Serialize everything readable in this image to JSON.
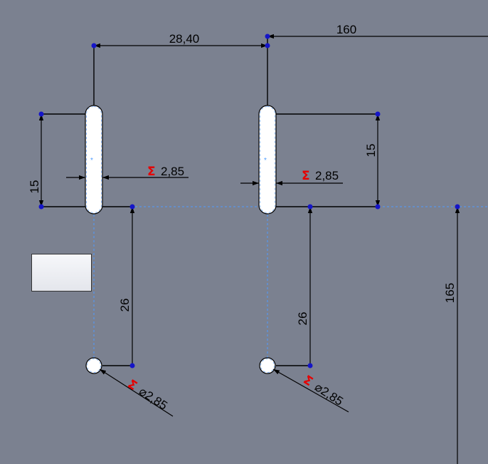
{
  "dimensions": {
    "top_width": "28,40",
    "top_right": "160",
    "left_height": "15",
    "right_height": "15",
    "left_vertical": "26",
    "mid_vertical": "26",
    "far_right_vertical": "165",
    "slot_width_left": "2,85",
    "slot_width_right": "2,85",
    "hole_diameter_left": "⌀2,85",
    "hole_diameter_right": "⌀2,85"
  },
  "sigma_symbol": "Σ",
  "colors": {
    "background": "#7b8190",
    "sigma": "#e60000",
    "point": "#1515c8",
    "construction": "#4f9cff"
  }
}
